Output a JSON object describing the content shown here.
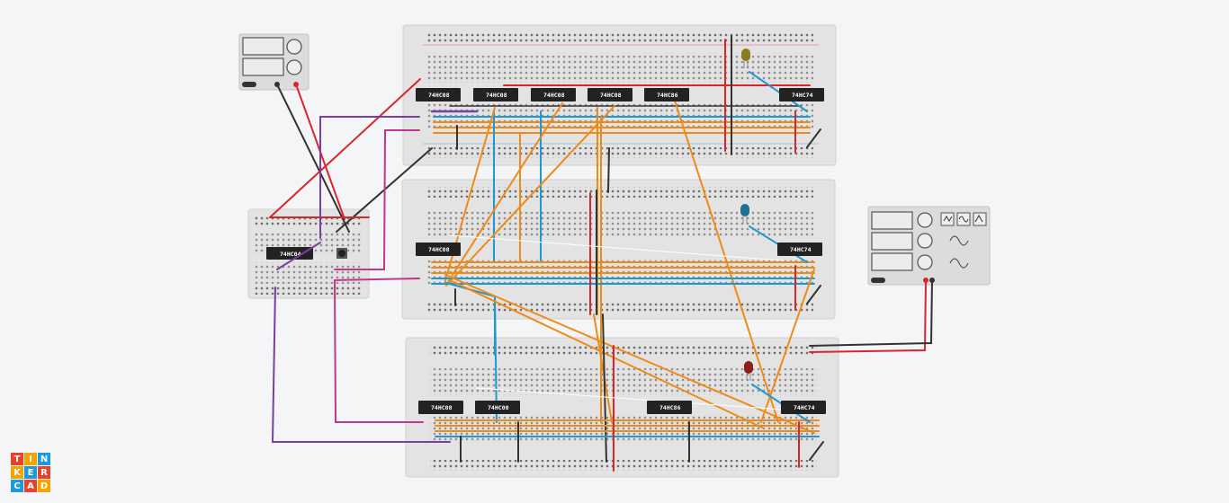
{
  "app": {
    "logo_letters": [
      "T",
      "I",
      "N",
      "K",
      "E",
      "R",
      "C",
      "A",
      "D"
    ],
    "logo_colors": [
      "#e8412c",
      "#f5a300",
      "#1b9bd7",
      "#f5a300",
      "#1b9bd7",
      "#e8412c",
      "#1b9bd7",
      "#e8412c",
      "#f5a300"
    ]
  },
  "chips": {
    "top": [
      "74HC08",
      "74HC08",
      "74HC08",
      "74HC08",
      "74HC86",
      "74HC74"
    ],
    "middle": [
      "74HC08",
      "74HC74"
    ],
    "bottom": [
      "74HC08",
      "74HC00",
      "74HC86",
      "74HC74"
    ],
    "small": [
      "74HC04"
    ]
  },
  "leds": {
    "top": "olive",
    "middle": "blue",
    "bottom": "red"
  },
  "colors": {
    "wire_red": "#d9262c",
    "wire_black": "#333333",
    "wire_orange": "#ef8a17",
    "wire_blue": "#1f97cf",
    "wire_purple": "#7b3fa0",
    "wire_magenta": "#c1368f",
    "breadboard": "#e3e3e3"
  }
}
